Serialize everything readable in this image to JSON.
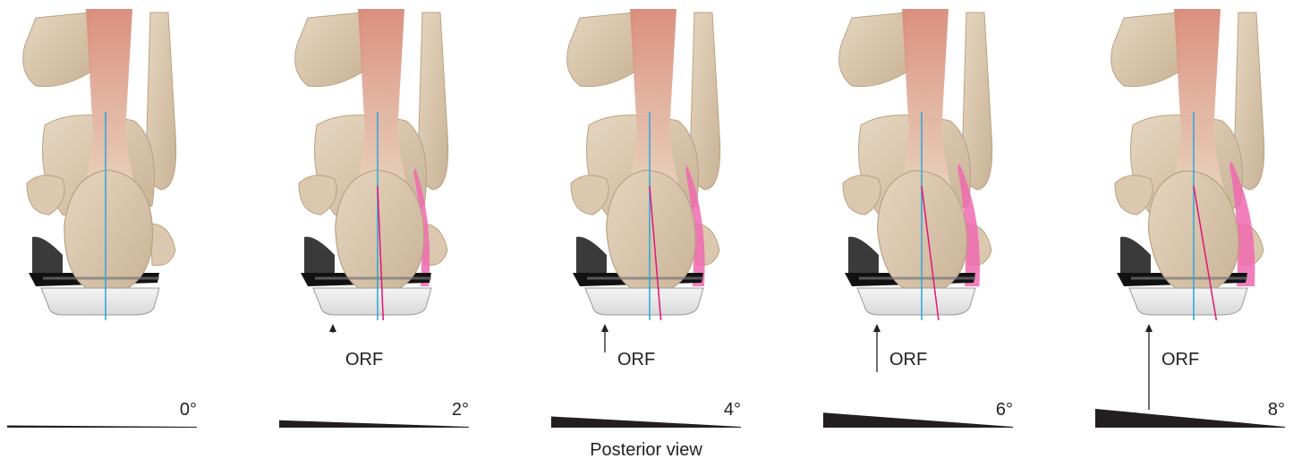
{
  "caption": "Posterior view",
  "force_label": "ORF",
  "colors": {
    "bone": "#dcc8ae",
    "bone_shade": "#b9a283",
    "tendon": "#ece0cc",
    "muscle": "#d98a78",
    "wedge": "#231f20",
    "vertical_axis": "#2aa6d6",
    "tilted_axis": "#e2147a",
    "soft_tissue": "#f06ab0",
    "insole": "#ffffff",
    "heel_pad": "#3a3a3a"
  },
  "panels": [
    {
      "angle_label": "0°",
      "angle": 0,
      "show_orf": false
    },
    {
      "angle_label": "2°",
      "angle": 2,
      "show_orf": true
    },
    {
      "angle_label": "4°",
      "angle": 4,
      "show_orf": true
    },
    {
      "angle_label": "6°",
      "angle": 6,
      "show_orf": true
    },
    {
      "angle_label": "8°",
      "angle": 8,
      "show_orf": true
    }
  ]
}
